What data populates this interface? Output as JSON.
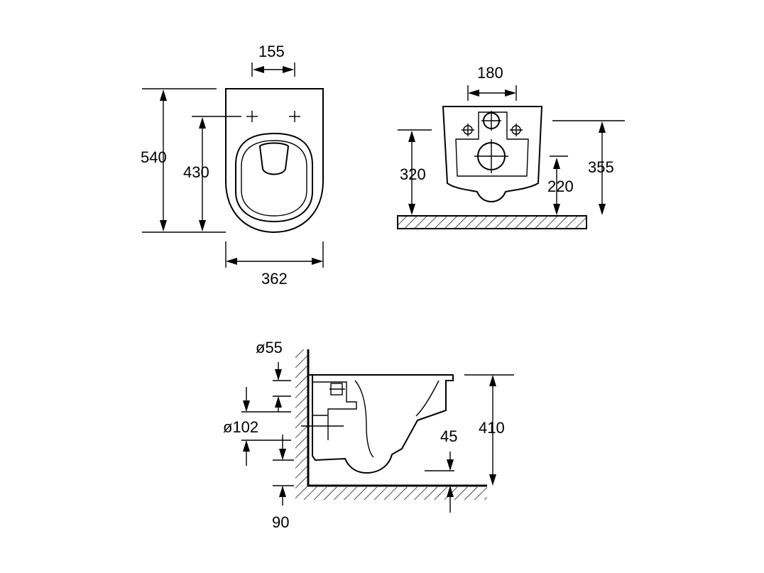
{
  "top_view": {
    "width_dim": "362",
    "length_dim": "540",
    "fixing_depth_dim": "430",
    "fixing_spacing_dim": "155"
  },
  "front_view": {
    "fixing_spacing_dim": "180",
    "fixing_height_dim": "320",
    "rim_height_dim": "355",
    "outlet_height_dim": "220"
  },
  "side_view": {
    "inlet_diameter_dim": "ø55",
    "outlet_diameter_dim": "ø102",
    "bowl_height_dim": "410",
    "bottom_clearance_dim": "45",
    "floor_offset_dim": "90"
  },
  "colors": {
    "line": "#000000",
    "background": "#ffffff"
  }
}
